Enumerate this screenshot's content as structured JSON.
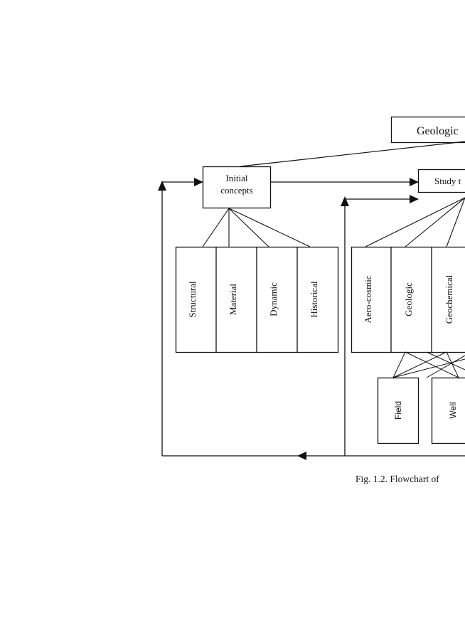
{
  "diagram": {
    "top_box": "Geologic",
    "initial_box": {
      "line1": "Initial",
      "line2": "concepts"
    },
    "study_box": "Study t",
    "concept_types": [
      "Structural",
      "Material",
      "Dynamic",
      "Historical"
    ],
    "methods": [
      "Aero-cosmic",
      "Geologic",
      "Geochemical"
    ],
    "work_types": [
      "Field",
      "Well"
    ],
    "caption": "Fig. 1.2. Flowchart of"
  }
}
